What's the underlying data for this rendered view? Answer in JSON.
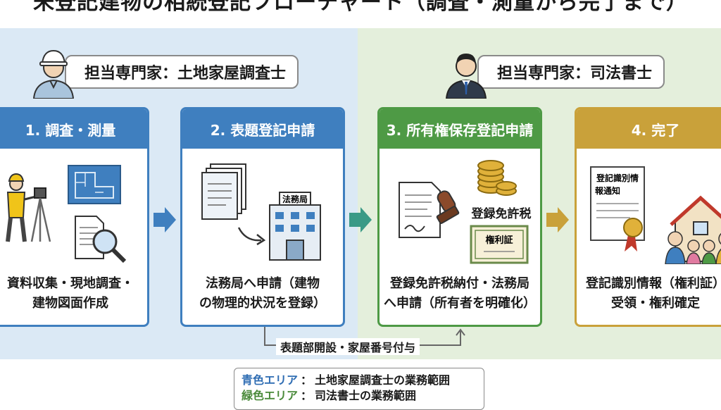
{
  "title": "未登記建物の相続登記フローチャート（調査・測量から完了まで）",
  "experts": [
    {
      "label": "担当専門家：土地家屋調査士"
    },
    {
      "label": "担当専門家：司法書士"
    }
  ],
  "steps": [
    {
      "header": "1. 調査・測量",
      "desc_line1": "資料収集・現地調査・",
      "desc_line2": "建物図面作成"
    },
    {
      "header": "2. 表題登記申請",
      "desc_line1": "法務局へ申請（建物",
      "desc_line2": "の物理的状況を登録）",
      "building_label": "法務局"
    },
    {
      "header": "3. 所有権保存登記申請",
      "desc_line1": "登録免許税納付・法務局",
      "desc_line2": "へ申請（所有者を明確化）",
      "tax_label": "登録免許税",
      "cert_label": "権利証"
    },
    {
      "header": "4. 完了",
      "desc_line1": "登記識別情報（権利証）",
      "desc_line2": "受領・権利確定",
      "doc_line1": "登記識別情",
      "doc_line2": "報通知"
    }
  ],
  "bracket_label": "表題部開設・家屋番号付与",
  "legend": [
    {
      "key": "青色エリア",
      "sep": "：",
      "text": "土地家屋調査士の業務範囲"
    },
    {
      "key": "緑色エリア",
      "sep": "：",
      "text": "司法書士の業務範囲"
    }
  ],
  "colors": {
    "blue_area": "#dbe9f5",
    "green_area": "#e4efdc",
    "step1": "#3f7fbf",
    "step2": "#3f7fbf",
    "step3": "#4e9a45",
    "step4": "#c9a13a",
    "arrow_blue": "#3f7fbf",
    "arrow_teal": "#3a9a86",
    "arrow_gold": "#c9a13a"
  },
  "icons": [
    "construction-worker-icon",
    "businessman-icon",
    "surveyor-icon",
    "blueprint-icon",
    "magnifier-document-icon",
    "documents-icon",
    "courthouse-icon",
    "contract-stamp-icon",
    "coins-icon",
    "certificate-icon",
    "certificate-ribbon-icon",
    "family-house-icon"
  ]
}
